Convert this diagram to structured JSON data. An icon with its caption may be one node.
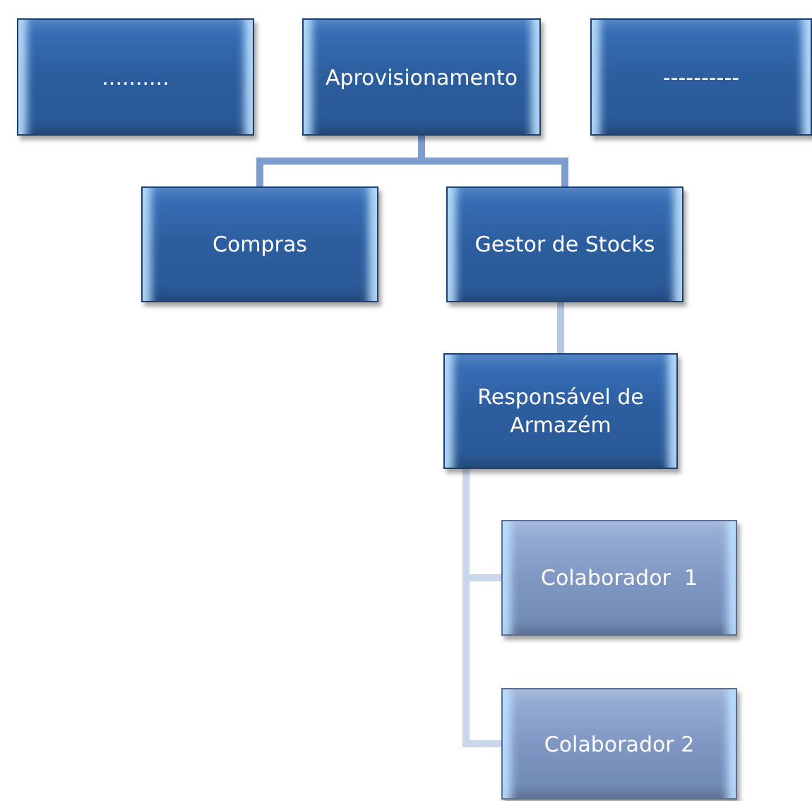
{
  "diagram": {
    "nodes": [
      {
        "text": [
          ".........."
        ]
      },
      {
        "text": [
          "Aprovisionamento"
        ]
      },
      {
        "text": [
          "----------"
        ]
      },
      {
        "text": [
          "Compras"
        ]
      },
      {
        "text": [
          "Gestor de Stocks"
        ]
      },
      {
        "text": [
          "Responsável de Armazém"
        ]
      },
      {
        "text": [
          "Colaborador  1"
        ]
      },
      {
        "text": [
          "Colaborador 2"
        ]
      }
    ],
    "edges": [
      {
        "from": 1,
        "to": 3,
        "arrow": "none",
        "color": "#7d9cd0"
      },
      {
        "from": 1,
        "to": 4,
        "arrow": "none",
        "color": "#7d9cd0"
      },
      {
        "from": 4,
        "to": 5,
        "arrow": "none",
        "color": "#b7c8e4"
      },
      {
        "from": 5,
        "to": 6,
        "arrow": "none",
        "color": "#c9d6ec"
      },
      {
        "from": 5,
        "to": 7,
        "arrow": "none",
        "color": "#c9d6ec"
      }
    ]
  }
}
